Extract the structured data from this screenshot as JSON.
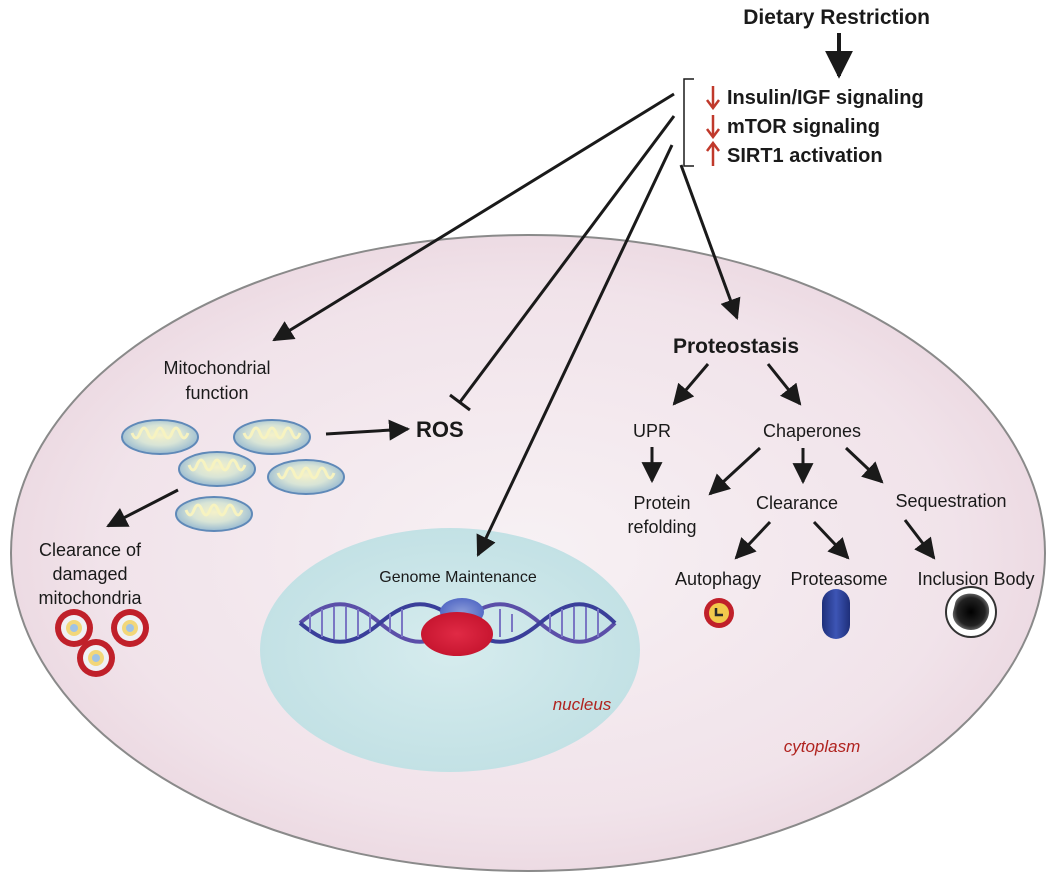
{
  "title": "Dietary Restriction",
  "signals": [
    {
      "direction": "down",
      "label": "Insulin/IGF signaling"
    },
    {
      "direction": "down",
      "label": "mTOR signaling"
    },
    {
      "direction": "up",
      "label": "SIRT1 activation"
    }
  ],
  "mito": {
    "label_line1": "Mitochondrial",
    "label_line2": "function",
    "clearance_line1": "Clearance of",
    "clearance_line2": "damaged",
    "clearance_line3": "mitochondria"
  },
  "ros": "ROS",
  "genome": "Genome Maintenance",
  "nucleus": "nucleus",
  "cytoplasm": "cytoplasm",
  "proteostasis": {
    "title": "Proteostasis",
    "upr": "UPR",
    "chaperones": "Chaperones",
    "refolding_line1": "Protein",
    "refolding_line2": "refolding",
    "clearance": "Clearance",
    "sequestration": "Sequestration",
    "autophagy": "Autophagy",
    "proteasome": "Proteasome",
    "inclusion": "Inclusion Body"
  },
  "colors": {
    "arrow": "#1a1a1a",
    "signal_arrow": "#c0392b",
    "cell_fill": "#f3e9ee",
    "nucleus_fill": "#cde6e8",
    "accent_red": "#b0231f",
    "mito_fill": "#a9cbe3",
    "proteasome": "#2b3f9a"
  }
}
